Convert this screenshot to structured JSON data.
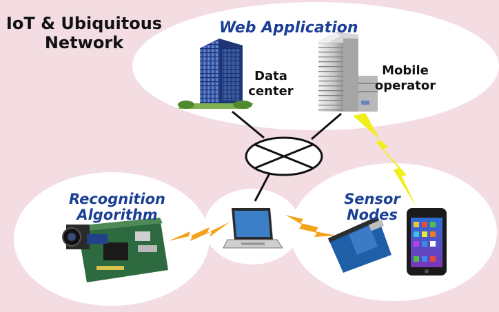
{
  "title": {
    "line1": "IoT & Ubiquitous",
    "line2": "Network"
  },
  "clusters": {
    "web": "Web Application",
    "recognition": {
      "line1": "Recognition",
      "line2": "Algorithm"
    },
    "sensor": {
      "line1": "Sensor",
      "line2": "Nodes"
    }
  },
  "nodes": {
    "datacenter": {
      "line1": "Data",
      "line2": "center"
    },
    "mobile_operator": {
      "line1": "Mobile",
      "line2": "operator"
    }
  },
  "colors": {
    "background": "#f3dde2",
    "cluster_text": "#1a3f95",
    "wireless_orange": "#f3a21b",
    "wireless_yellow": "#f2ee1b"
  }
}
